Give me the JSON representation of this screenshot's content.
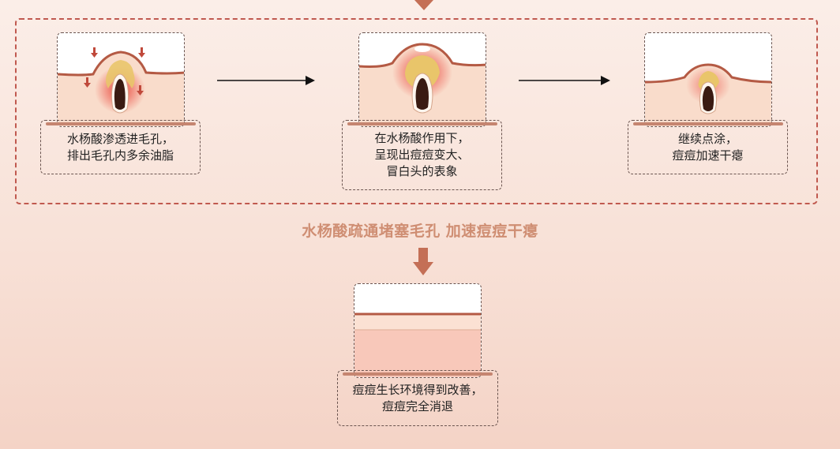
{
  "diagram": {
    "stages": [
      {
        "caption": "水杨酸渗透进毛孔，\n排出毛孔内多余油脂"
      },
      {
        "caption": "在水杨酸作用下，\n呈现出痘痘变大、\n冒白头的表象"
      },
      {
        "caption": "继续点涂，\n痘痘加速干瘪"
      }
    ],
    "summary": "水杨酸疏通堵塞毛孔 加速痘痘干瘪",
    "final": {
      "caption": "痘痘生长环境得到改善，\n痘痘完全消退"
    }
  },
  "colors": {
    "frame": "#c0594f",
    "arrow": "#c46f56",
    "summary": "#cf8e73",
    "skin": "#f9dccb",
    "skin_line": "#b45a44",
    "redness": "#e8352a"
  }
}
